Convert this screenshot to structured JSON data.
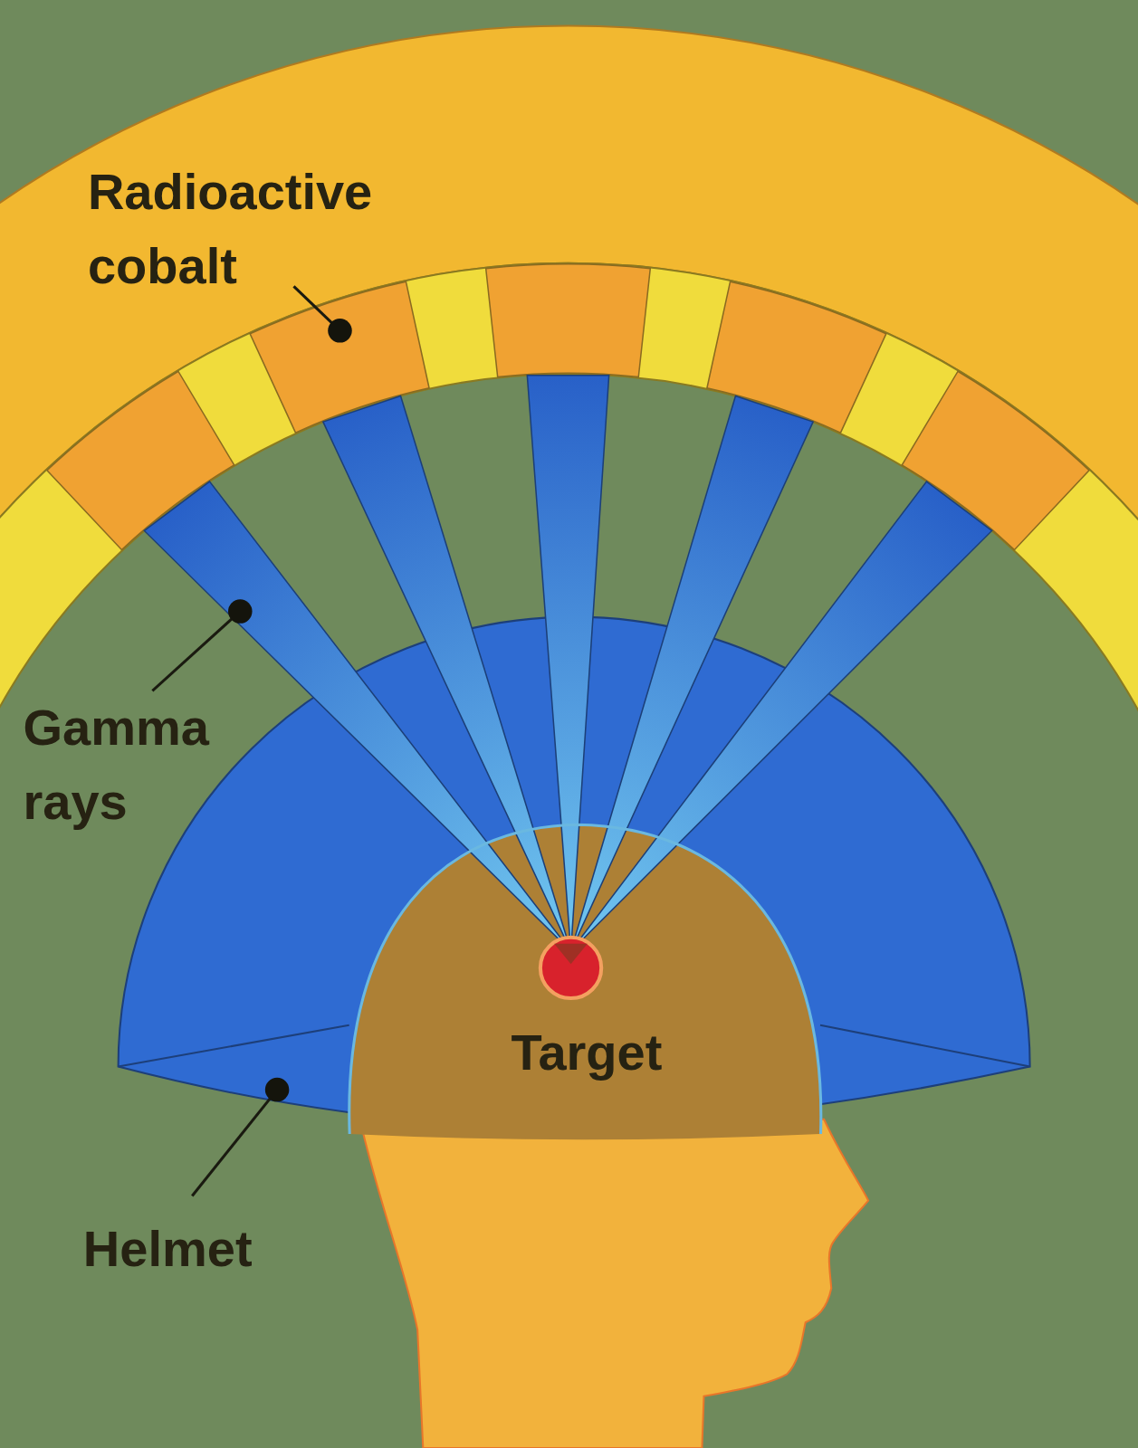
{
  "diagram": {
    "nodes": [
      {
        "text": [
          "Target"
        ]
      }
    ],
    "labels": [
      "Radioactive cobalt",
      "Gamma rays",
      "Helmet"
    ]
  }
}
